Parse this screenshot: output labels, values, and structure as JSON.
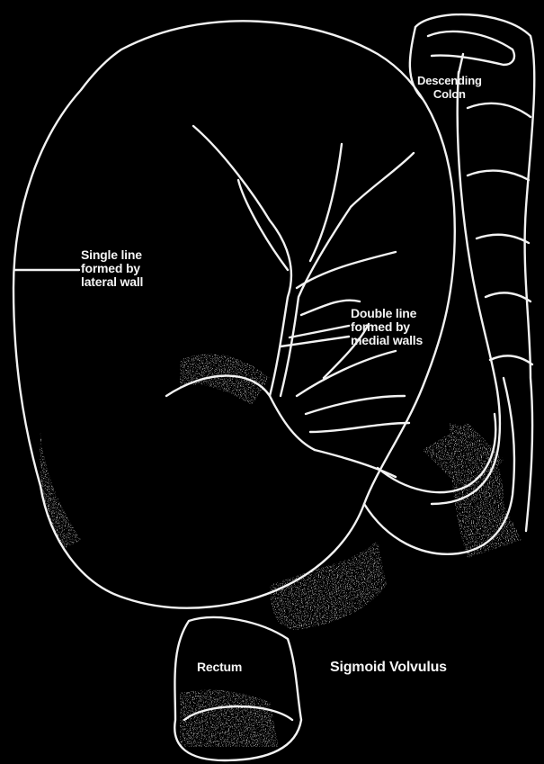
{
  "labels": {
    "single_line": [
      "Single line",
      "formed by",
      "lateral wall"
    ],
    "double_line": [
      "Double line",
      "formed by",
      "medial walls"
    ],
    "descending_colon": [
      "Descending",
      "Colon"
    ],
    "rectum": "Rectum",
    "title": "Sigmoid Volvulus"
  },
  "colors": {
    "background": "#000000",
    "line": "#f2f2f2"
  }
}
